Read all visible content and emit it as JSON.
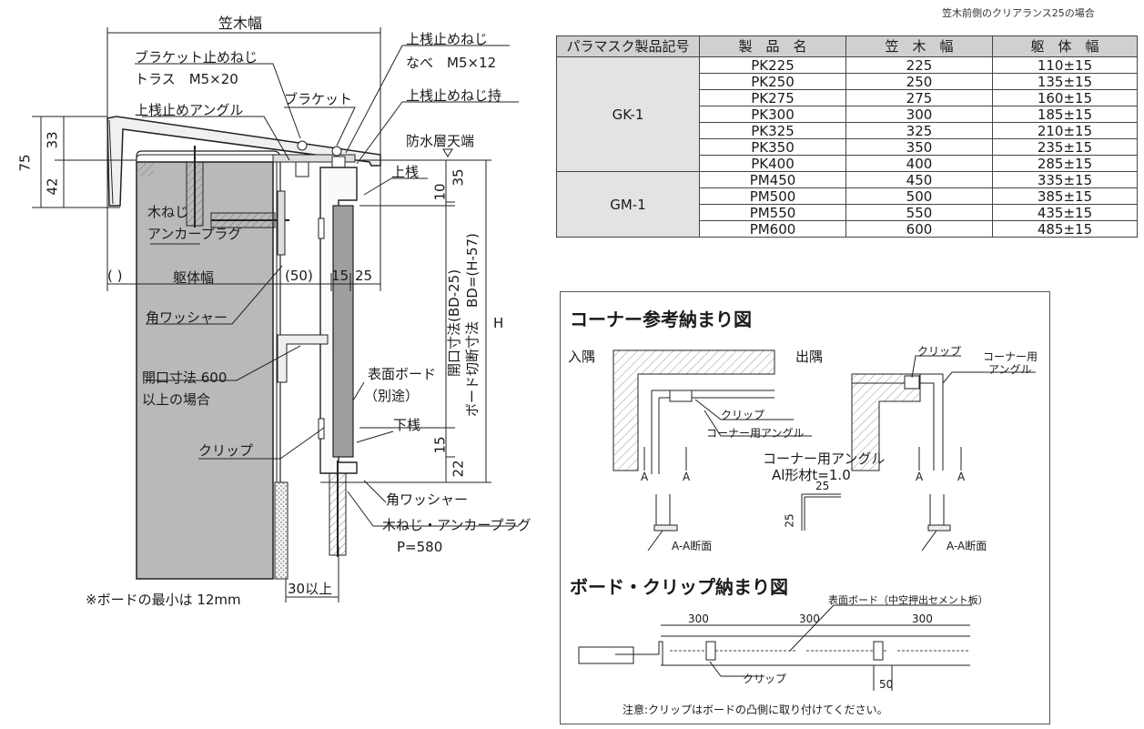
{
  "section_left": {
    "kasagi_width": "笠木幅",
    "bracket_screw": "ブラケット止めねじ",
    "truss_spec": "トラス　M5×20",
    "top_rail_screw": "上桟止めねじ",
    "nabe_spec": "なべ　M5×12",
    "bracket": "ブラケット",
    "top_rail_screw_holder": "上桟止めねじ持",
    "top_rail_angle": "上桟止めアングル",
    "waterproof_top": "防水層天端",
    "top_rail": "上桟",
    "dim_75": "75",
    "dim_33": "33",
    "dim_42": "42",
    "dim_35": "35",
    "dim_10": "10",
    "dim_15a": "15",
    "dim_15b": "15",
    "dim_25": "25",
    "dim_50": "(50)",
    "dim_paren": "(   )",
    "dim_22": "22",
    "dim_H": "H",
    "wood_screw": "木ねじ",
    "anchor_plug": "アンカープラグ",
    "body_width": "躯体幅",
    "square_washer": "角ワッシャー",
    "opening_600_line1": "開口寸法 600",
    "opening_600_line2": "以上の場合",
    "clip": "クリップ",
    "surface_board": "表面ボード",
    "separate": "（別途）",
    "lower_rail": "下桟",
    "opening_dim": "開口寸法(BD-25)",
    "board_cut_dim": "ボード切断寸法　BD=(H-57)",
    "square_washer2": "角ワッシャー",
    "wood_screw_anchor": "木ねじ・アンカープラグ",
    "pitch": "P=580",
    "dim_30": "30以上",
    "min_board_note": "※ボードの最小は 12mm"
  },
  "spec_table": {
    "clearance_note": "笠木前側のクリアランス25の場合",
    "headers": [
      "パラマスク製品記号",
      "製　品　名",
      "笠　木　幅",
      "躯　体　幅"
    ],
    "groups": [
      {
        "code": "GK-1",
        "rows": [
          [
            "PK225",
            "225",
            "110±15"
          ],
          [
            "PK250",
            "250",
            "135±15"
          ],
          [
            "PK275",
            "275",
            "160±15"
          ],
          [
            "PK300",
            "300",
            "185±15"
          ],
          [
            "PK325",
            "325",
            "210±15"
          ],
          [
            "PK350",
            "350",
            "235±15"
          ],
          [
            "PK400",
            "400",
            "285±15"
          ]
        ]
      },
      {
        "code": "GM-1",
        "rows": [
          [
            "PM450",
            "450",
            "335±15"
          ],
          [
            "PM500",
            "500",
            "385±15"
          ],
          [
            "PM550",
            "550",
            "435±15"
          ],
          [
            "PM600",
            "600",
            "485±15"
          ]
        ]
      }
    ]
  },
  "corner": {
    "title": "コーナー参考納まり図",
    "inside_corner": "入隅",
    "outside_corner": "出隅",
    "clip": "クリップ",
    "corner_angle": "コーナー用アングル",
    "clip_right": "クリップ",
    "corner_angle_r1": "コーナー用",
    "corner_angle_r2": "アングル",
    "angle_spec_1": "コーナー用アングル",
    "angle_spec_2": "Al形材t=1.0",
    "angle_w": "25",
    "angle_h": "25",
    "a": "A",
    "section_label": "A-A断面",
    "section_label_r": "A-A断面"
  },
  "board_clip": {
    "title": "ボード・クリップ納まり図",
    "surface_board": "表面ボード（中空押出セメント板）",
    "dim_300a": "300",
    "dim_300b": "300",
    "dim_300c": "300",
    "clip": "クリップ",
    "dim_50": "50",
    "note": "注意:クリップはボードの凸側に取り付けてください。"
  },
  "colors": {
    "concrete": "#b9b9b9",
    "board": "#9e9e9e",
    "line": "#222222",
    "table_head": "#d0d0d0",
    "table_group": "#e3e3e3"
  }
}
